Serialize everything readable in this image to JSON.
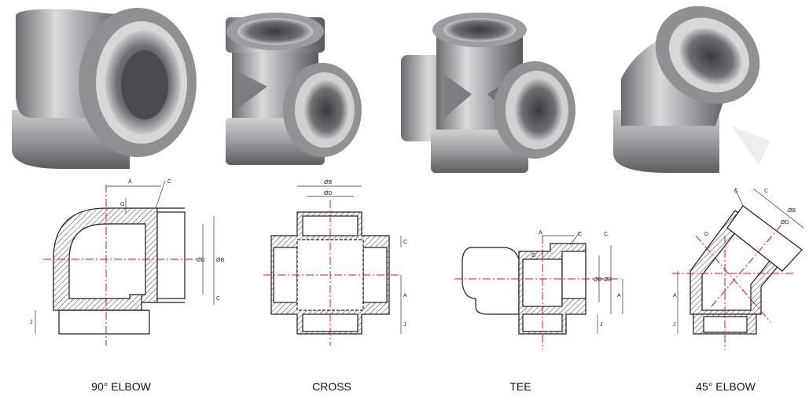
{
  "figure": {
    "colors": {
      "background": "#ffffff",
      "metal_light": "#d9dadc",
      "metal_mid": "#9fa1a5",
      "metal_dark": "#55575b",
      "outline": "#1a1a1a",
      "centerline": "#e0101a",
      "hatch": "#333333"
    },
    "fittings": [
      {
        "caption": "90° ELBOW",
        "dims": {
          "a": "A",
          "c": "C",
          "g": "G",
          "b": "ØB",
          "d": "ØD",
          "c2": "C",
          "j": "J"
        }
      },
      {
        "caption": "CROSS",
        "dims": {
          "b": "ØB",
          "d": "ØD",
          "c": "C",
          "a": "A",
          "j": "J"
        }
      },
      {
        "caption": "TEE",
        "dims": {
          "a": "A",
          "c": "C",
          "c2": "C",
          "g": "G",
          "d": "ØD",
          "b": "ØB",
          "a2": "A",
          "j": "J"
        }
      },
      {
        "caption": "45° ELBOW",
        "dims": {
          "c": "C",
          "c2": "C",
          "b": "ØB",
          "d": "ØD",
          "d2": "D",
          "a": "A",
          "j": "J"
        }
      }
    ]
  }
}
